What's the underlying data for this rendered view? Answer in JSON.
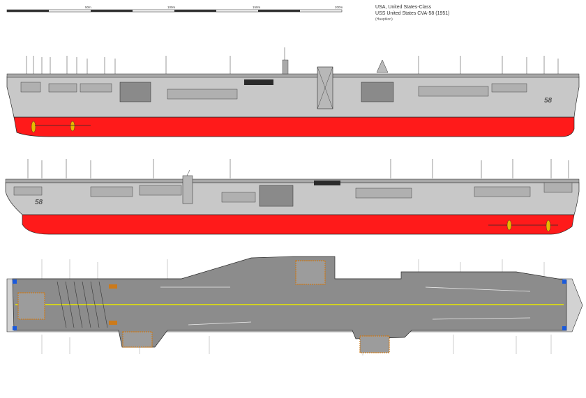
{
  "title": {
    "line1": "USA, United States-Class",
    "line2": "USS United States CVA-58 (1951)",
    "line3": "(Hauptkon)"
  },
  "scale_bar": {
    "labels": [
      "50m",
      "100m",
      "150m",
      "200m"
    ]
  },
  "hull_number": "58",
  "colors": {
    "hull_gray": "#c8c8c8",
    "deck_gray": "#8c8c8c",
    "waterline_red": "#ff1a1a",
    "centerline_yellow": "#e8e800",
    "elevator_orange": "#cc7a1a",
    "outline": "#2a2a2a"
  }
}
